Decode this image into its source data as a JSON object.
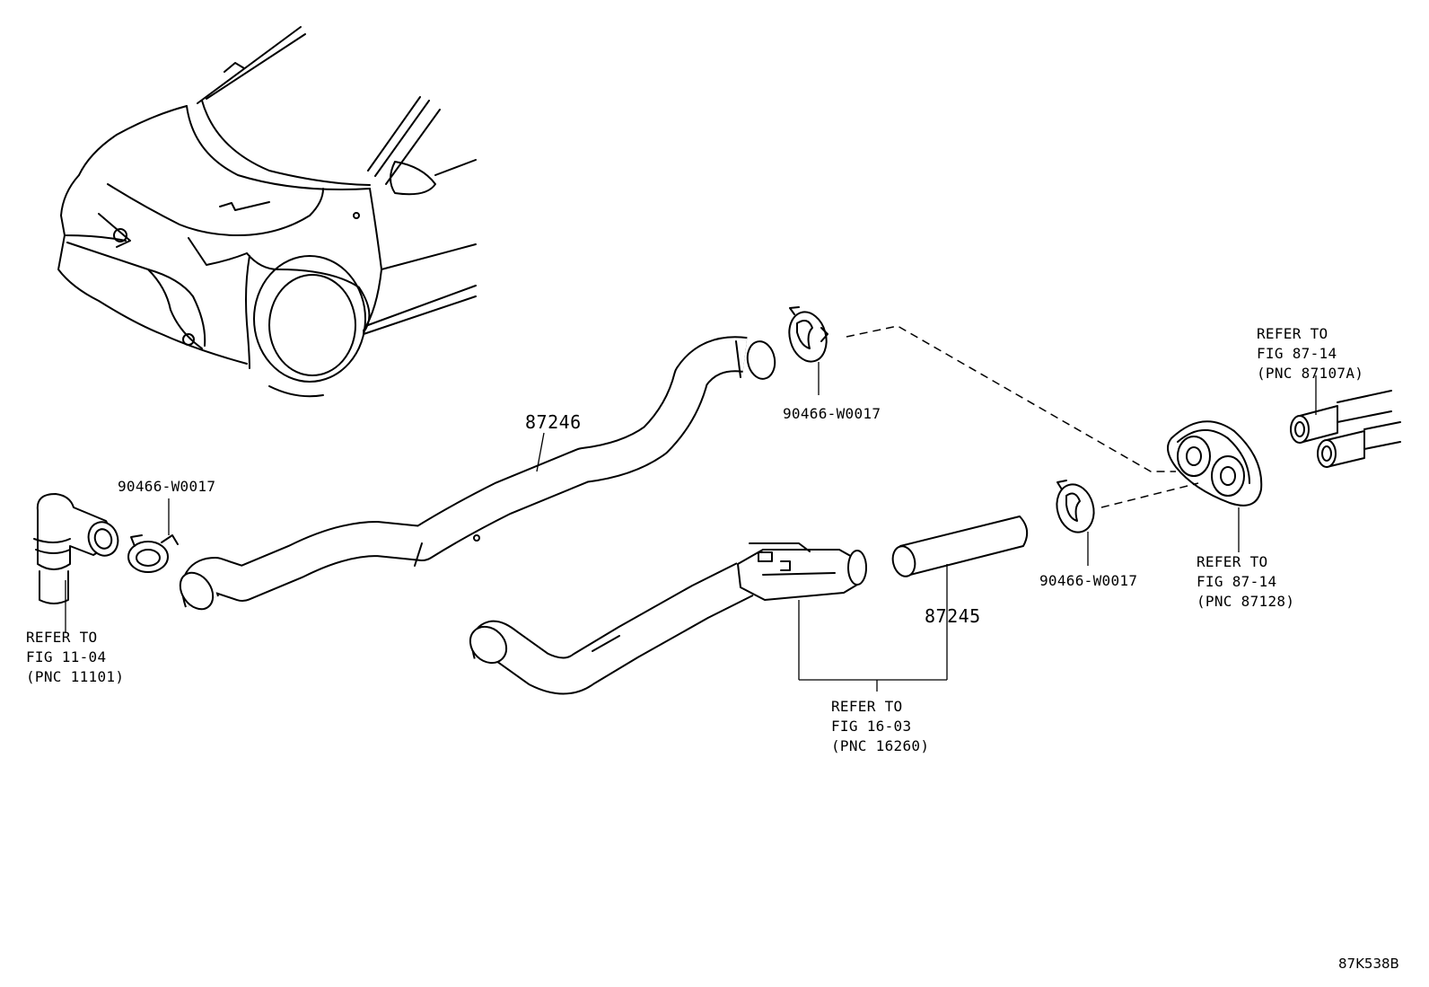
{
  "labels": {
    "part_87246": "87246",
    "part_87245": "87245",
    "clamp_top": "90466-W0017",
    "clamp_left": "90466-W0017",
    "clamp_right": "90466-W0017",
    "ref_left": [
      "REFER TO",
      "FIG 11-04",
      "(PNC 11101)"
    ],
    "ref_bottom": [
      "REFER TO",
      "FIG 16-03",
      "(PNC 16260)"
    ],
    "ref_grommet": [
      "REFER TO",
      "FIG 87-14",
      "(PNC 87128)"
    ],
    "ref_pipes": [
      "REFER TO",
      "FIG 87-14",
      "(PNC 87107A)"
    ]
  },
  "diagram_code": "87K538B"
}
